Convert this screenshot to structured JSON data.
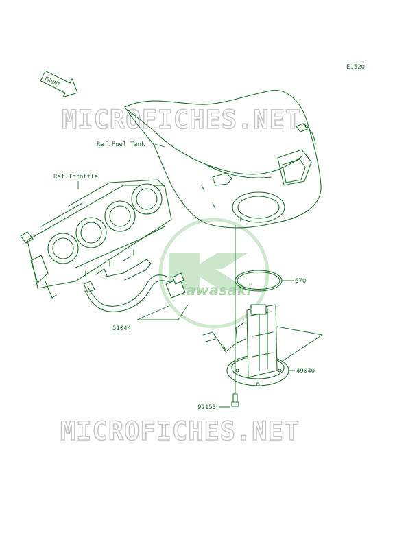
{
  "diagram": {
    "code": "E1520",
    "front_arrow": "FRONT",
    "watermark_top": "MICROFICHES.NET",
    "watermark_bottom": "MICROFICHES.NET",
    "logo_text": "Kawasaki",
    "labels": {
      "fuel_tank": "Ref.Fuel Tank",
      "throttle": "Ref.Throttle",
      "oring": "670",
      "hose": "51044",
      "pump": "49040",
      "bolt": "92153"
    }
  },
  "colors": {
    "line": "#1d6f2a",
    "watermark": "#c6c9c6",
    "logo": "#a8d7a8"
  }
}
